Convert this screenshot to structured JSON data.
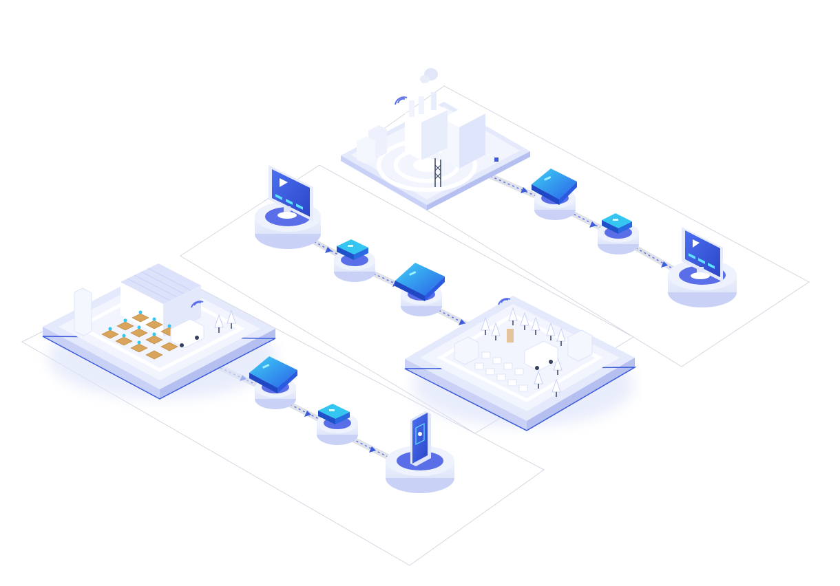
{
  "scene": {
    "description_free": true,
    "colors": {
      "background": "#ffffff",
      "plate_outline": "#d5d8e2",
      "accent_blue": "#3b5bdb",
      "device_blue": "#2a8cf0",
      "device_cyan": "#34c6f0",
      "pale_blue": "#e6ebfb",
      "mid_blue": "#c9d2f6",
      "deep_blue": "#5a6ee8",
      "screen_blue": "#3f62e6",
      "box_tan": "#d9a45c",
      "path_gray": "#c4c9d6"
    },
    "lanes": [
      {
        "id": "lane-top",
        "nodes": [
          "factory-icon",
          "gateway-device-icon",
          "router-device-icon",
          "monitor-video-icon"
        ]
      },
      {
        "id": "lane-middle",
        "nodes": [
          "monitor-video-icon",
          "router-device-icon",
          "gateway-device-icon",
          "village-icon"
        ]
      },
      {
        "id": "lane-bottom",
        "nodes": [
          "warehouse-icon",
          "gateway-device-icon",
          "router-device-icon",
          "smartphone-icon"
        ]
      }
    ]
  }
}
